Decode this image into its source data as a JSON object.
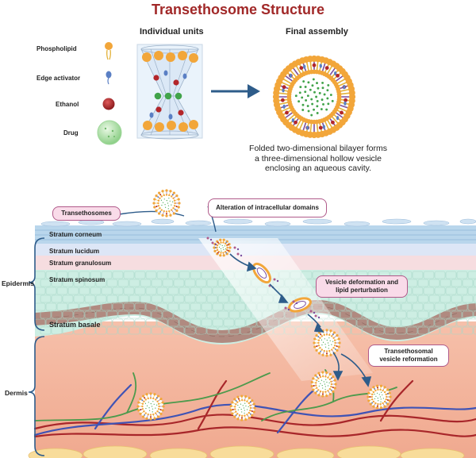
{
  "title": "Transethosome Structure",
  "individual_units_heading": "Individual units",
  "final_assembly_heading": "Final assembly",
  "legend": [
    {
      "label": "Phospholipid",
      "icon": "phospholipid-icon"
    },
    {
      "label": "Edge activator",
      "icon": "edge-activator-icon"
    },
    {
      "label": "Ethanol",
      "icon": "ethanol-icon"
    },
    {
      "label": "Drug",
      "icon": "drug-icon"
    }
  ],
  "caption": "Folded two-dimensional bilayer forms a three-dimensional hollow vesicle enclosing an aqueous cavity.",
  "callouts": {
    "transethosomes": "Transethosomes",
    "alteration": "Alteration of intracellular domains",
    "deformation": "Vesicle deformation and lipid perturbation",
    "reformation": "Transethosomal vesicle reformation"
  },
  "skin_layers": {
    "stratum_corneum": "Stratum corneum",
    "stratum_lucidum": "Stratum lucidum",
    "stratum_granulosum": "Stratum granulosum",
    "stratum_spinosum": "Stratum spinosum",
    "stratum_basale": "Stratum basale"
  },
  "regions": {
    "epidermis": "Epidermis",
    "dermis": "Dermis"
  },
  "colors": {
    "title": "#a12828",
    "phospholipid_head": "#f2a63a",
    "edge_activator": "#5a7fc4",
    "ethanol": "#b3262a",
    "drug": "#9fd79a",
    "dermis": "#f4b9a3",
    "spinosum": "#cdeee3",
    "basale": "#b08a80",
    "corneum": "#b9d6ec",
    "callout_border": "#b05a8a"
  }
}
